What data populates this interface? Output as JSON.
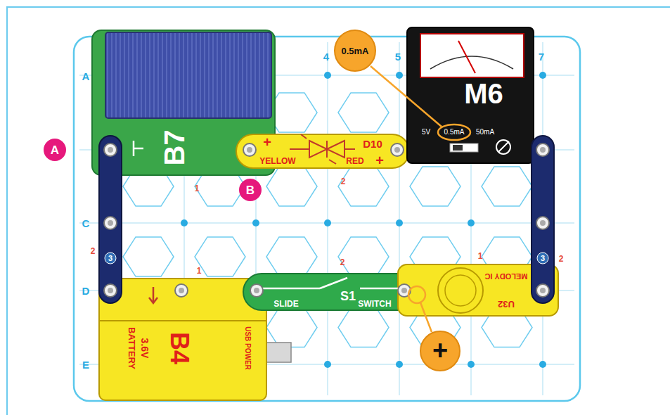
{
  "diagram": {
    "nodes": [
      {
        "text": [
          "B7"
        ]
      },
      {
        "text": [
          "+",
          "D10",
          "YELLOW",
          "RED",
          "+"
        ]
      },
      {
        "text": [
          "M6",
          "5V",
          "0.5mA",
          "50mA"
        ]
      },
      {
        "text": [
          "3"
        ]
      },
      {
        "text": [
          "3"
        ]
      },
      {
        "text": [
          "B4",
          "3.6V",
          "BATTERY",
          "USB POWER"
        ]
      },
      {
        "text": [
          "SLIDE",
          "S1",
          "SWITCH"
        ]
      },
      {
        "text": [
          "MELODY IC",
          "U32"
        ]
      },
      {
        "text": [
          "0.5mA"
        ]
      },
      {
        "text": [
          "+"
        ]
      },
      {
        "text": [
          "A"
        ]
      },
      {
        "text": [
          "B"
        ]
      }
    ],
    "labels": [
      "4",
      "5",
      "7",
      "A",
      "C",
      "D",
      "E",
      "1",
      "2",
      "2",
      "1",
      "2",
      "1",
      "2"
    ]
  }
}
